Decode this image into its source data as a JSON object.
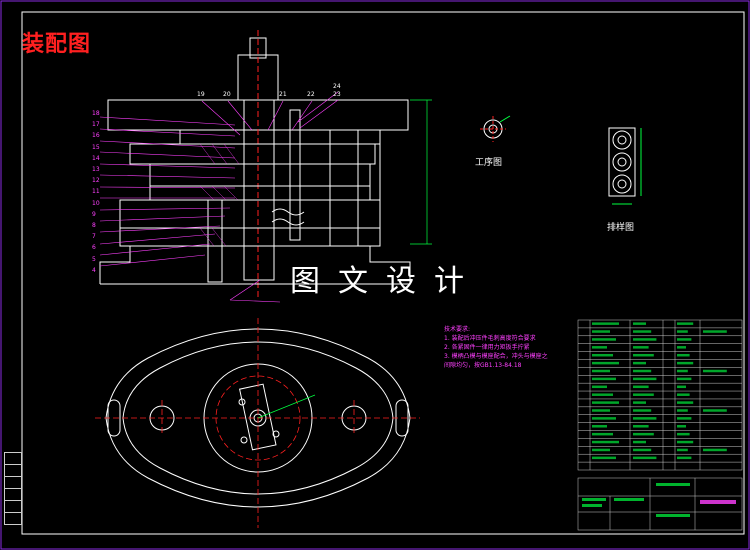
{
  "drawing": {
    "title": "装配图",
    "watermark": "图文设计",
    "view_process": "工序图",
    "view_layout": "排样图"
  },
  "part_numbers_left": [
    "18",
    "17",
    "16",
    "15",
    "14",
    "13",
    "12",
    "11",
    "10",
    "9",
    "8",
    "7",
    "6",
    "5",
    "4"
  ],
  "part_numbers_top": [
    "19",
    "20",
    "21",
    "22",
    "24",
    "23"
  ],
  "tech_notes": {
    "heading": "技术要求:",
    "lines": [
      "1. 装配后冲压件毛刺高度符合要求",
      "2. 各紧固件一律用力矩扳手拧紧",
      "3. 模柄凸模与模座配合，冲头与模座之",
      "   间隙均匀，按GB1.13-84.18"
    ]
  },
  "colors": {
    "background": "#000000",
    "frame": "#ffffff",
    "part": "#ffffff",
    "leader": "#ff40ff",
    "centerline": "#ff2020",
    "dimension": "#00ff40",
    "title": "#ff2020"
  }
}
